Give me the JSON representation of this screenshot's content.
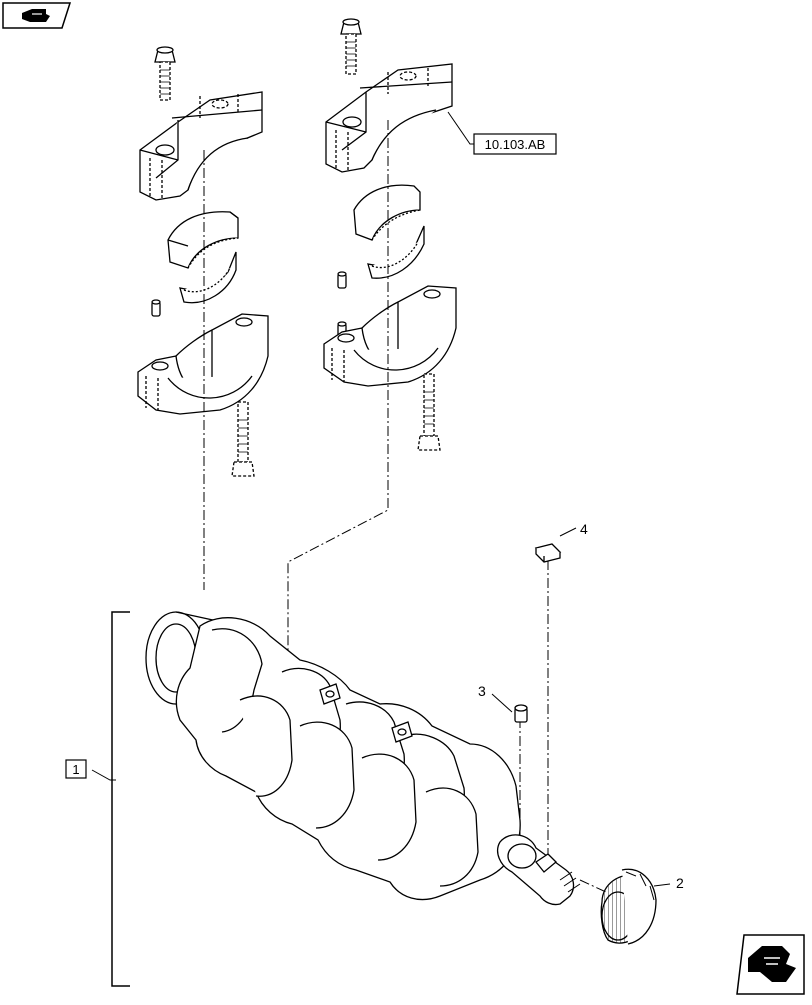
{
  "navigation": {
    "prev_icon": "hand-pointing-left-icon",
    "next_icon": "hand-pointing-right-icon"
  },
  "references": {
    "group_ref": "10.103.AB"
  },
  "callouts": {
    "item_1": "1",
    "item_2": "2",
    "item_3": "3",
    "item_4": "4"
  },
  "colors": {
    "line": "#000000",
    "background": "#ffffff"
  }
}
